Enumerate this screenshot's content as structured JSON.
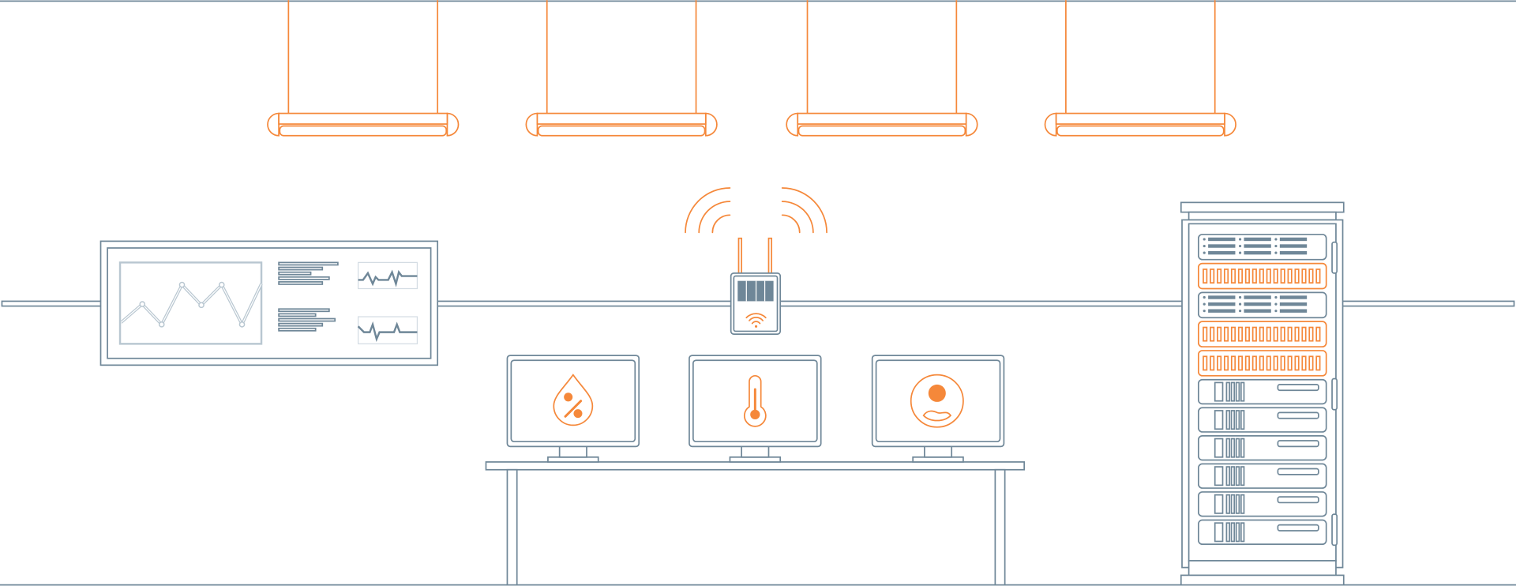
{
  "colors": {
    "line": "#6f8798",
    "accent": "#f5883a",
    "muted": "#b9c7d1",
    "background": "#ffffff"
  },
  "scene": {
    "ceiling_lamps": 4,
    "monitors": [
      {
        "icon": "humidity-drop-percent-icon"
      },
      {
        "icon": "thermometer-icon"
      },
      {
        "icon": "user-presence-icon"
      }
    ],
    "wall_device_icon": "wifi-icon",
    "rack_units": [
      "drives",
      "orange-ports",
      "drives",
      "orange-ports",
      "orange-ports",
      "server",
      "server",
      "server",
      "server",
      "server",
      "server"
    ]
  }
}
